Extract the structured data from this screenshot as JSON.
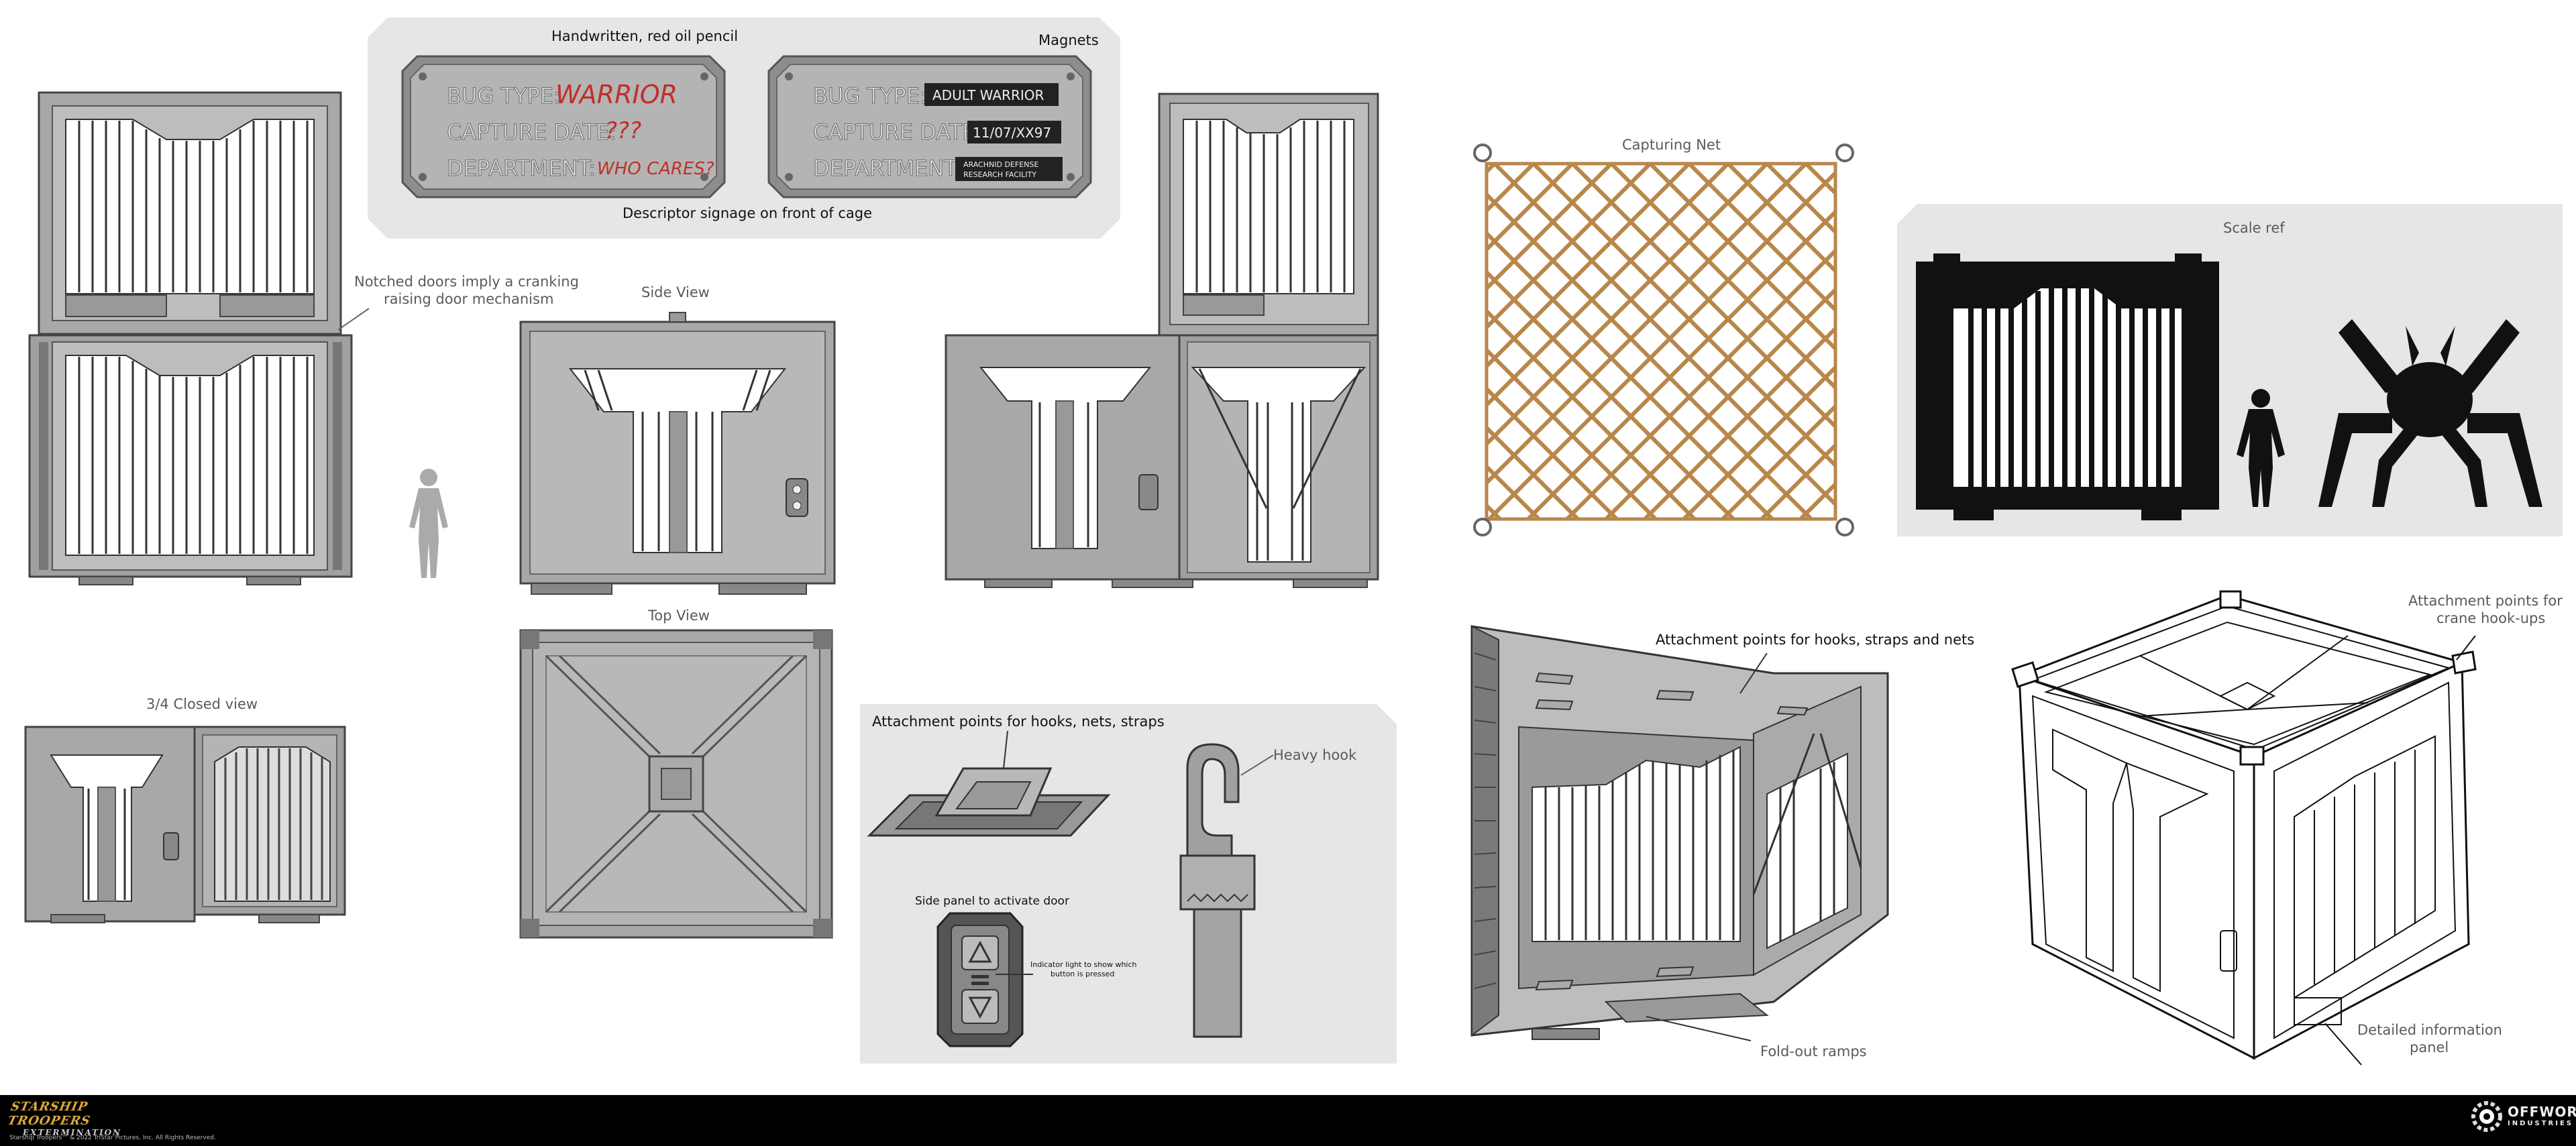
{
  "labels": {
    "handwritten": "Handwritten, red oil pencil",
    "magnets": "Magnets",
    "descriptor": "Descriptor signage on front of cage",
    "notched_line1": "Notched doors imply a cranking",
    "notched_line2": "raising door mechanism",
    "side_view": "Side View",
    "top_view": "Top View",
    "closed_view": "3/4 Closed view",
    "capturing_net": "Capturing Net",
    "scale_ref": "Scale ref",
    "attach_hooks_nets_straps": "Attachment points for hooks, nets, straps",
    "heavy_hook": "Heavy hook",
    "side_panel": "Side panel to activate door",
    "indicator_line1": "Indicator light to show which",
    "indicator_line2": "button is pressed",
    "attach_hooks_straps_nets": "Attachment points for hooks, straps and nets",
    "fold_out_ramps": "Fold-out ramps",
    "crane_line1": "Attachment points for",
    "crane_line2": "crane hook-ups",
    "detailed_line1": "Detailed information",
    "detailed_line2": "panel"
  },
  "plates": {
    "left": {
      "bug_type_label": "BUG TYPE:",
      "bug_type_value": "WARRIOR",
      "capture_label": "CAPTURE DATE:",
      "capture_value": "???",
      "dept_label": "DEPARTMENT:",
      "dept_value": "WHO CARES?"
    },
    "right": {
      "bug_type_label": "BUG TYPE:",
      "bug_type_value": "ADULT WARRIOR",
      "capture_label": "CAPTURE DATE:",
      "capture_value": "11/07/XX97",
      "dept_label": "DEPARTMENT:",
      "dept_value_line1": "ARACHNID DEFENSE",
      "dept_value_line2": "RESEARCH FACILITY"
    }
  },
  "footer": {
    "game_logo_line1": "STARSHIP TROOPERS",
    "game_logo_line2": "EXTERMINATION",
    "copyright": "Starship Troopers™ & 2022 TriStar Pictures, Inc. All Rights Reserved.",
    "studio_line1": "OFFWORLD",
    "studio_line2": "INDUSTRIES"
  },
  "colors": {
    "cage_fill": "#a8a8a8",
    "cage_dark": "#6e6e6e",
    "net_rope": "#b8874a",
    "handwriting": "#c0302a",
    "panel_bg": "#e6e6e6"
  }
}
